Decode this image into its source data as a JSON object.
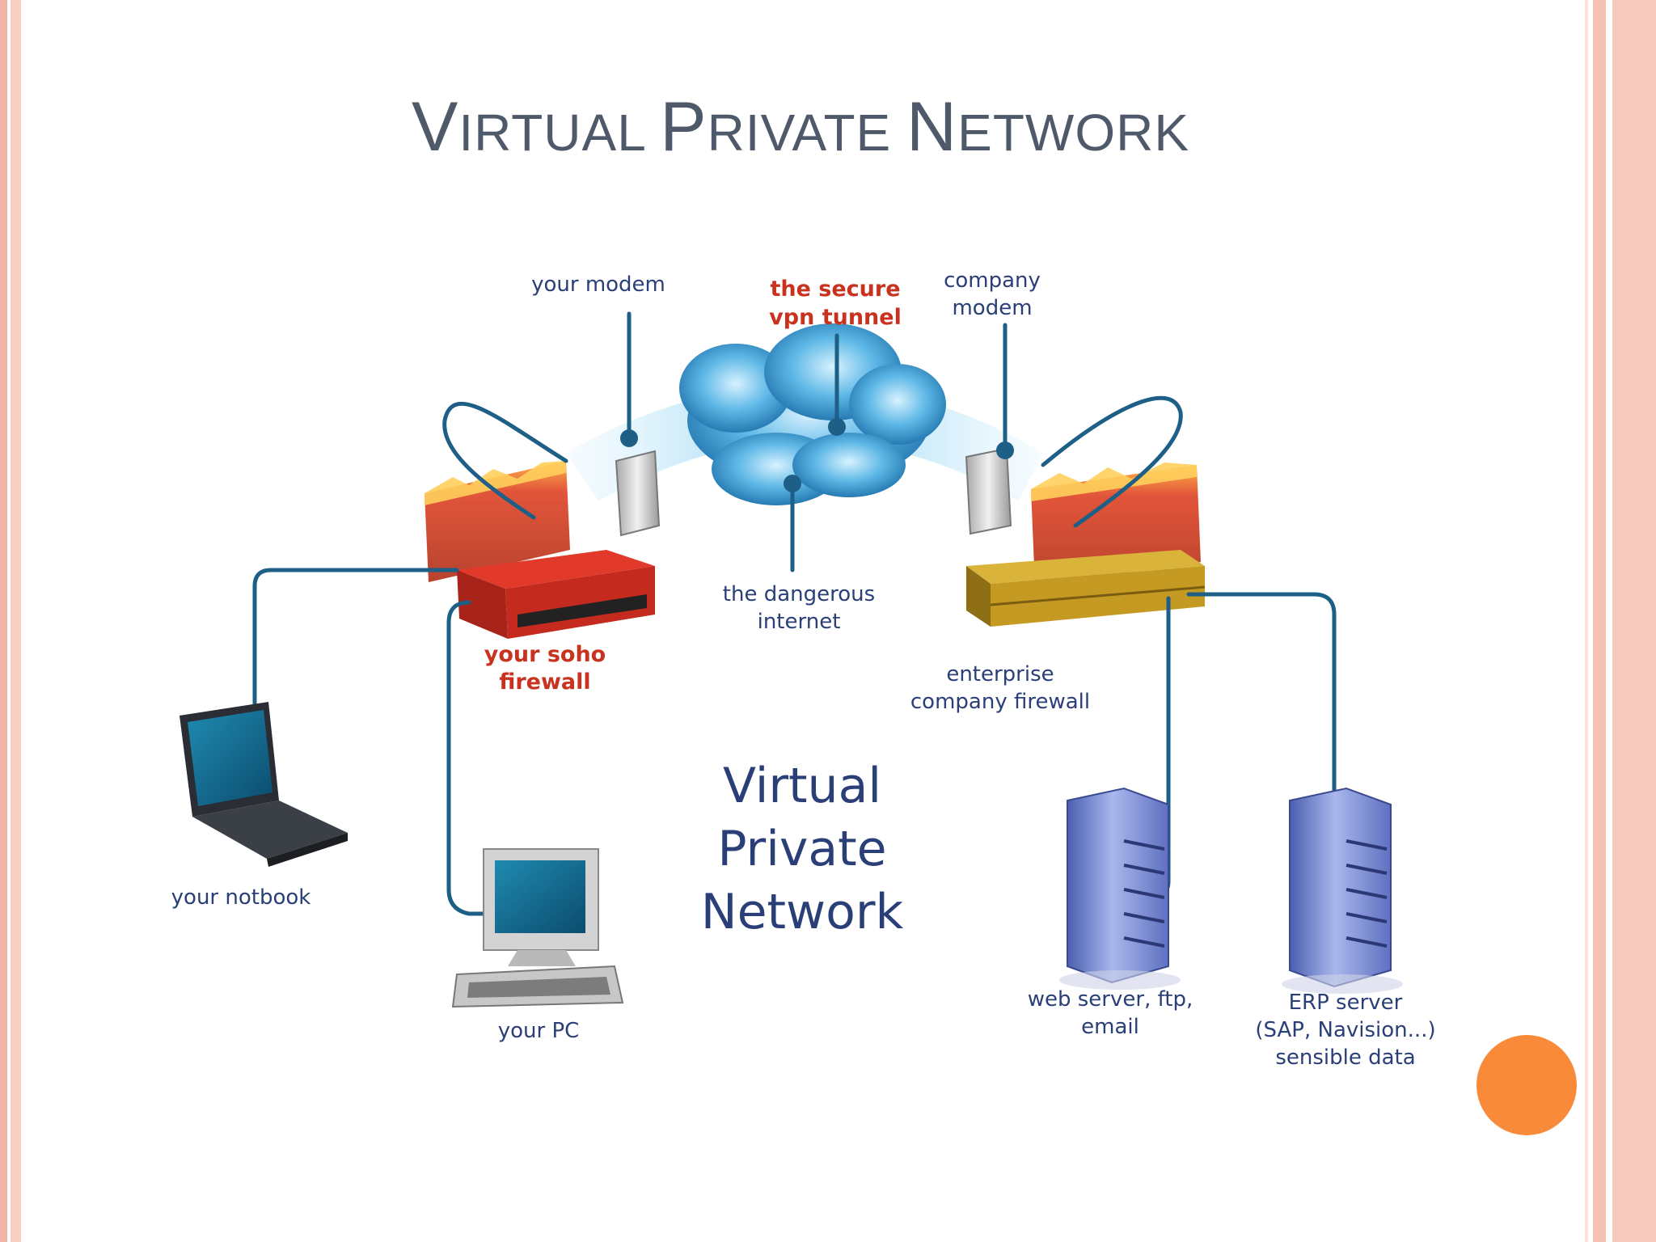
{
  "slide": {
    "title_parts": [
      {
        "cap": "V",
        "rest": "IRTUAL "
      },
      {
        "cap": "P",
        "rest": "RIVATE "
      },
      {
        "cap": "N",
        "rest": "ETWORK"
      }
    ]
  },
  "diagram": {
    "labels": {
      "your_modem": "your modem",
      "secure_tunnel_line1": "the secure",
      "secure_tunnel_line2": "vpn tunnel",
      "company_modem_line1": "company",
      "company_modem_line2": "modem",
      "dangerous_line1": "the dangerous",
      "dangerous_line2": "internet",
      "soho_line1": "your soho",
      "soho_line2": "firewall",
      "enterprise_line1": "enterprise",
      "enterprise_line2": "company firewall",
      "notebook": "your notbook",
      "pc": "your PC",
      "web_line1": "web server, ftp,",
      "web_line2": "email",
      "erp_line1": "ERP server",
      "erp_line2": "(SAP, Navision...)",
      "erp_line3": "sensible data"
    },
    "center_text": [
      "Virtual",
      "Private",
      "Network"
    ]
  },
  "colors": {
    "title": "#4e5a6a",
    "label_blue": "#2a3f78",
    "label_red": "#c8321e",
    "accent_orange": "#f98a3a"
  }
}
